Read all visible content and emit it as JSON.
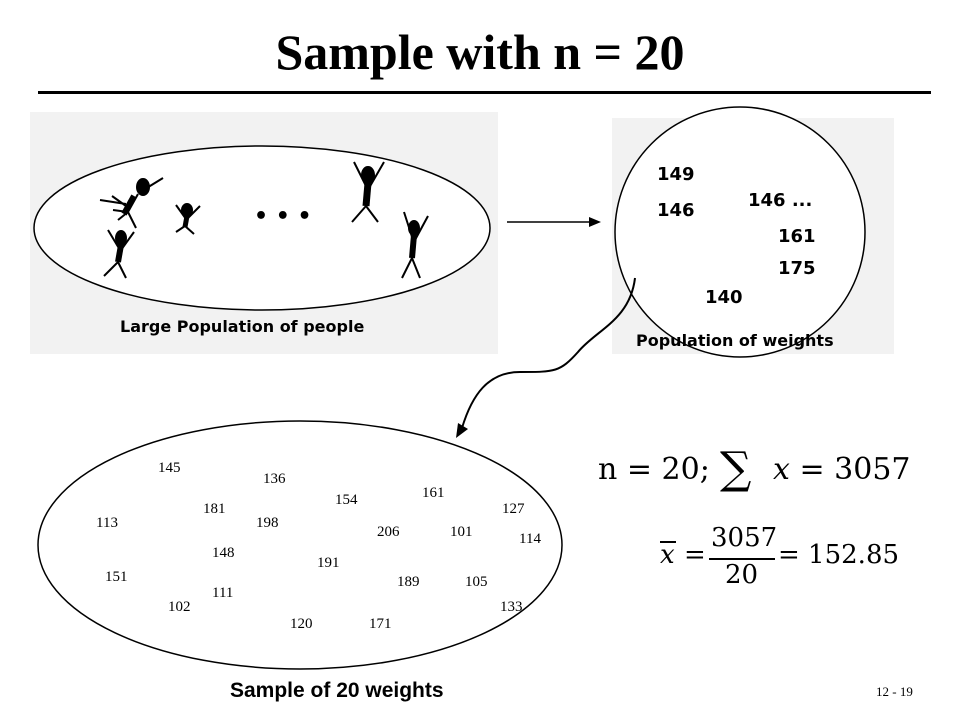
{
  "slide": {
    "title": "Sample with n = 20",
    "page_number": "12 - 19"
  },
  "population_people": {
    "label": "Large Population of people",
    "ellipsis": "• • •"
  },
  "population_weights": {
    "label": "Population of weights",
    "values": [
      "149",
      "146",
      "146 ...",
      "161",
      "175",
      "140"
    ]
  },
  "sample": {
    "caption": "Sample of 20 weights",
    "values": [
      "145",
      "136",
      "161",
      "154",
      "181",
      "127",
      "113",
      "198",
      "206",
      "101",
      "114",
      "148",
      "191",
      "151",
      "189",
      "105",
      "111",
      "102",
      "133",
      "120",
      "171"
    ]
  },
  "formula": {
    "n_part": "n = 20;",
    "sigma": "∑",
    "sum_var": "x",
    "sum_value": "= 3057",
    "mean_var": "x",
    "mean_eq": "=",
    "numerator": "3057",
    "denominator": "20",
    "result": "= 152.85"
  }
}
